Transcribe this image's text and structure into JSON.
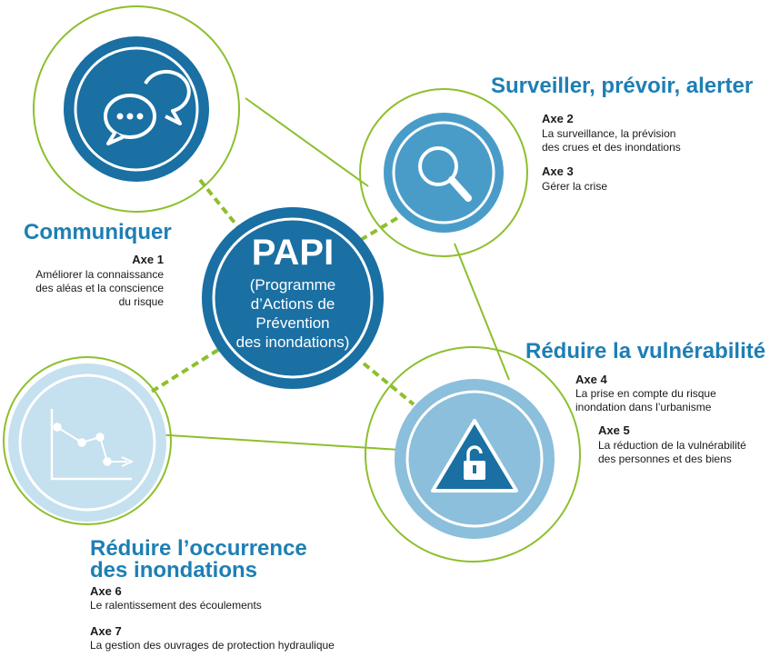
{
  "center": {
    "title": "PAPI",
    "subtitle": "(Programme\nd’Actions de\nPrévention\ndes inondations)"
  },
  "colors": {
    "green_line": "#8dbf2d",
    "dark_blue": "#1a6fa3",
    "mid_blue": "#4a9cc8",
    "light_blue": "#c5e0ee",
    "pale_blue": "#a3cfe4",
    "title_blue": "#1d7fb4"
  },
  "nodes": {
    "communiquer": {
      "title": "Communiquer",
      "icon": "chat-bubbles-icon",
      "axes": [
        {
          "label": "Axe 1",
          "desc": "Améliorer la connaissance\ndes aléas et la conscience\ndu risque"
        }
      ]
    },
    "surveiller": {
      "title": "Surveiller, prévoir, alerter",
      "icon": "magnifier-icon",
      "axes": [
        {
          "label": "Axe 2",
          "desc": "La surveillance, la prévision\ndes crues et des inondations"
        },
        {
          "label": "Axe 3",
          "desc": "Gérer la crise"
        }
      ]
    },
    "vulnerabilite": {
      "title": "Réduire la vulnérabilité",
      "icon": "warning-lock-icon",
      "axes": [
        {
          "label": "Axe 4",
          "desc": "La prise en compte du risque\ninondation dans l’urbanisme"
        },
        {
          "label": "Axe 5",
          "desc": "La réduction de la vulnérabilité\ndes personnes et des biens"
        }
      ]
    },
    "occurrence": {
      "title_line1": "Réduire l’occurrence",
      "title_line2": "des inondations",
      "icon": "declining-chart-icon",
      "axes": [
        {
          "label": "Axe 6",
          "desc": "Le ralentissement des écoulements"
        },
        {
          "label": "Axe 7",
          "desc": "La gestion des ouvrages de protection hydraulique"
        }
      ]
    }
  }
}
